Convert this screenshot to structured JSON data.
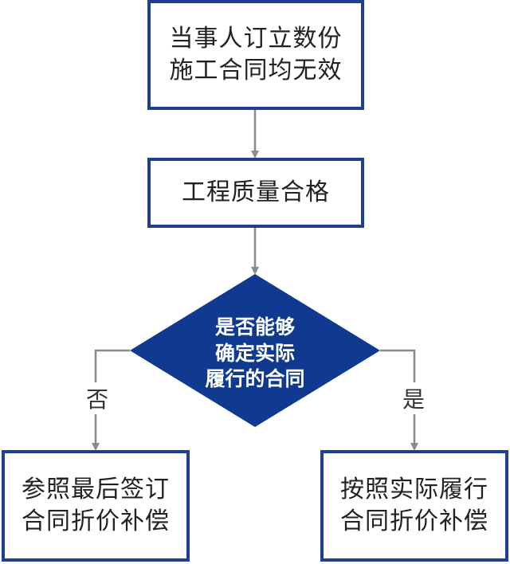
{
  "colors": {
    "box_border": "#1f3f95",
    "decision_fill": "#0f3a8f",
    "connector": "#8a8a8a",
    "text": "#222222"
  },
  "nodes": {
    "start": {
      "text": "当事人订立数份\n施工合同均无效"
    },
    "quality": {
      "text": "工程质量合格"
    },
    "decision": {
      "text": "是否能够\n确定实际\n履行的合同"
    },
    "no_result": {
      "text": "参照最后签订\n合同折价补偿"
    },
    "yes_result": {
      "text": "按照实际履行\n合同折价补偿"
    }
  },
  "branches": {
    "no": "否",
    "yes": "是"
  }
}
